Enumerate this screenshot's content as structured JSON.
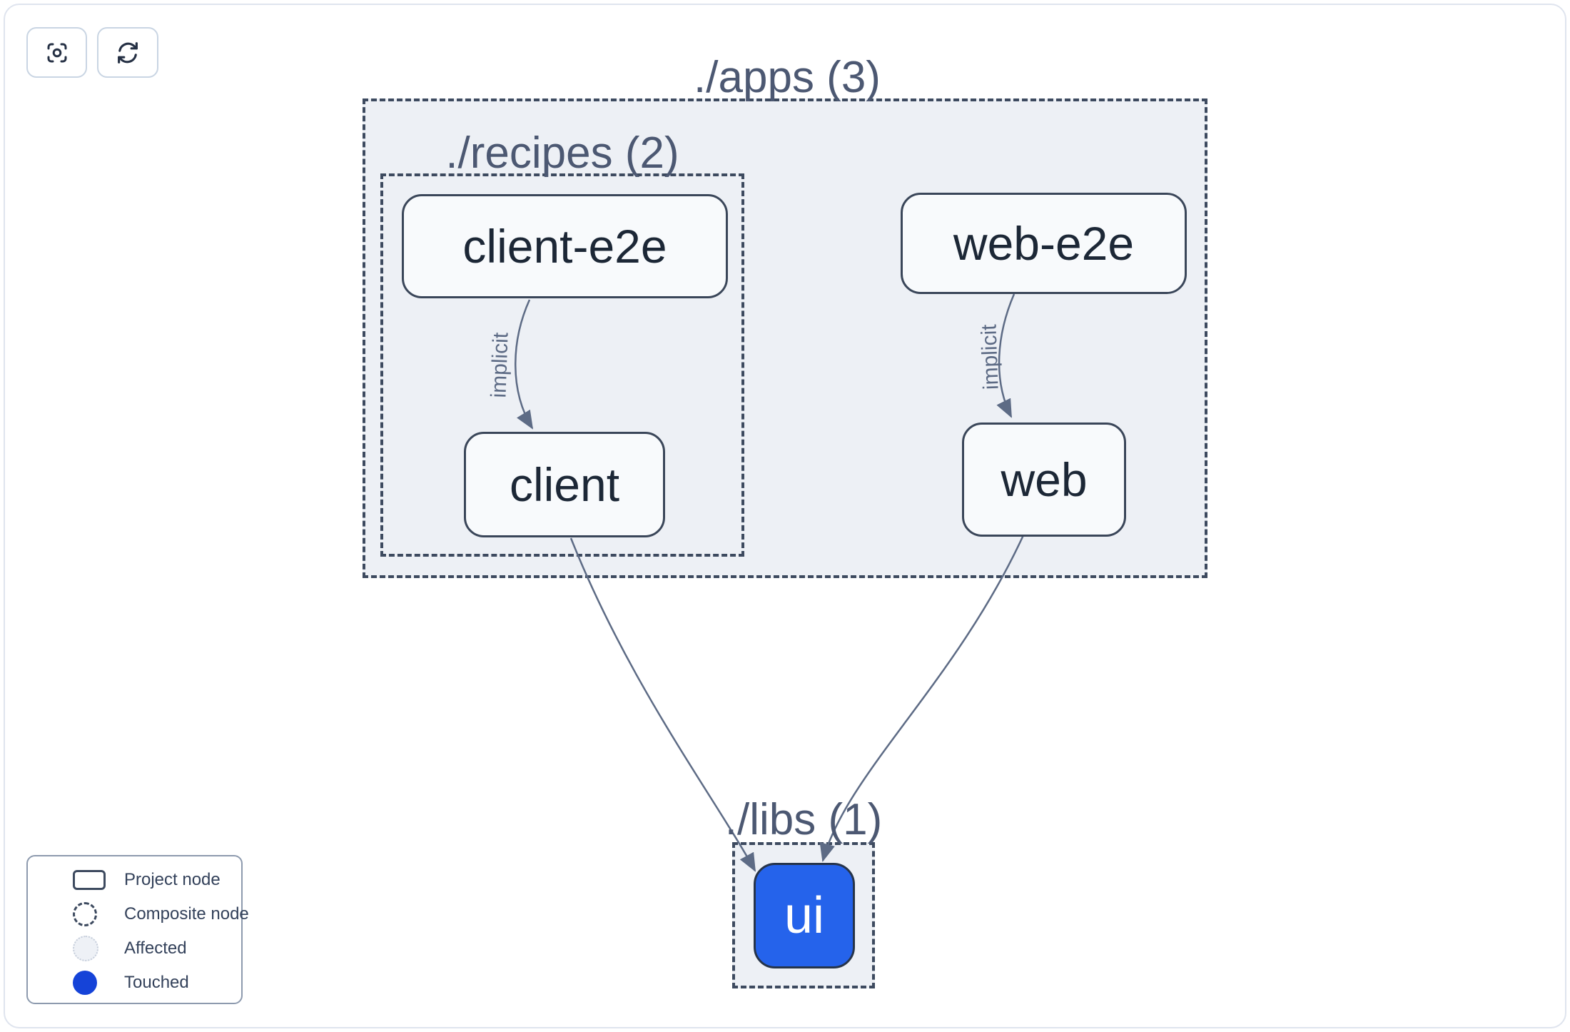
{
  "toolbar": {
    "buttons": [
      {
        "name": "focus-button",
        "icon": "focus-icon"
      },
      {
        "name": "refresh-button",
        "icon": "refresh-icon"
      }
    ]
  },
  "graph": {
    "composites": [
      {
        "id": "apps",
        "label": "./apps (3)"
      },
      {
        "id": "recipes",
        "label": "./recipes (2)"
      },
      {
        "id": "libs",
        "label": "./libs (1)"
      }
    ],
    "nodes": [
      {
        "id": "client-e2e",
        "label": "client-e2e",
        "state": "default"
      },
      {
        "id": "client",
        "label": "client",
        "state": "default"
      },
      {
        "id": "web-e2e",
        "label": "web-e2e",
        "state": "default"
      },
      {
        "id": "web",
        "label": "web",
        "state": "default"
      },
      {
        "id": "ui",
        "label": "ui",
        "state": "touched"
      }
    ],
    "edges": [
      {
        "from": "client-e2e",
        "to": "client",
        "label": "implicit"
      },
      {
        "from": "web-e2e",
        "to": "web",
        "label": "implicit"
      },
      {
        "from": "client",
        "to": "ui",
        "label": ""
      },
      {
        "from": "web",
        "to": "ui",
        "label": ""
      }
    ]
  },
  "legend": {
    "items": [
      {
        "swatch": "project-node",
        "label": "Project node"
      },
      {
        "swatch": "composite-node",
        "label": "Composite node"
      },
      {
        "swatch": "affected",
        "label": "Affected"
      },
      {
        "swatch": "touched",
        "label": "Touched"
      }
    ]
  },
  "colors": {
    "touched_node_blue": "#2563eb",
    "legend_touched_blue": "#1543d8",
    "composite_fill": "#edf0f5",
    "node_fill": "#f8fafc",
    "border_slate": "#3a4659",
    "edge_slate": "#5d6b85",
    "title_slate": "#4c5872",
    "frame_border": "#dfe4ee"
  }
}
